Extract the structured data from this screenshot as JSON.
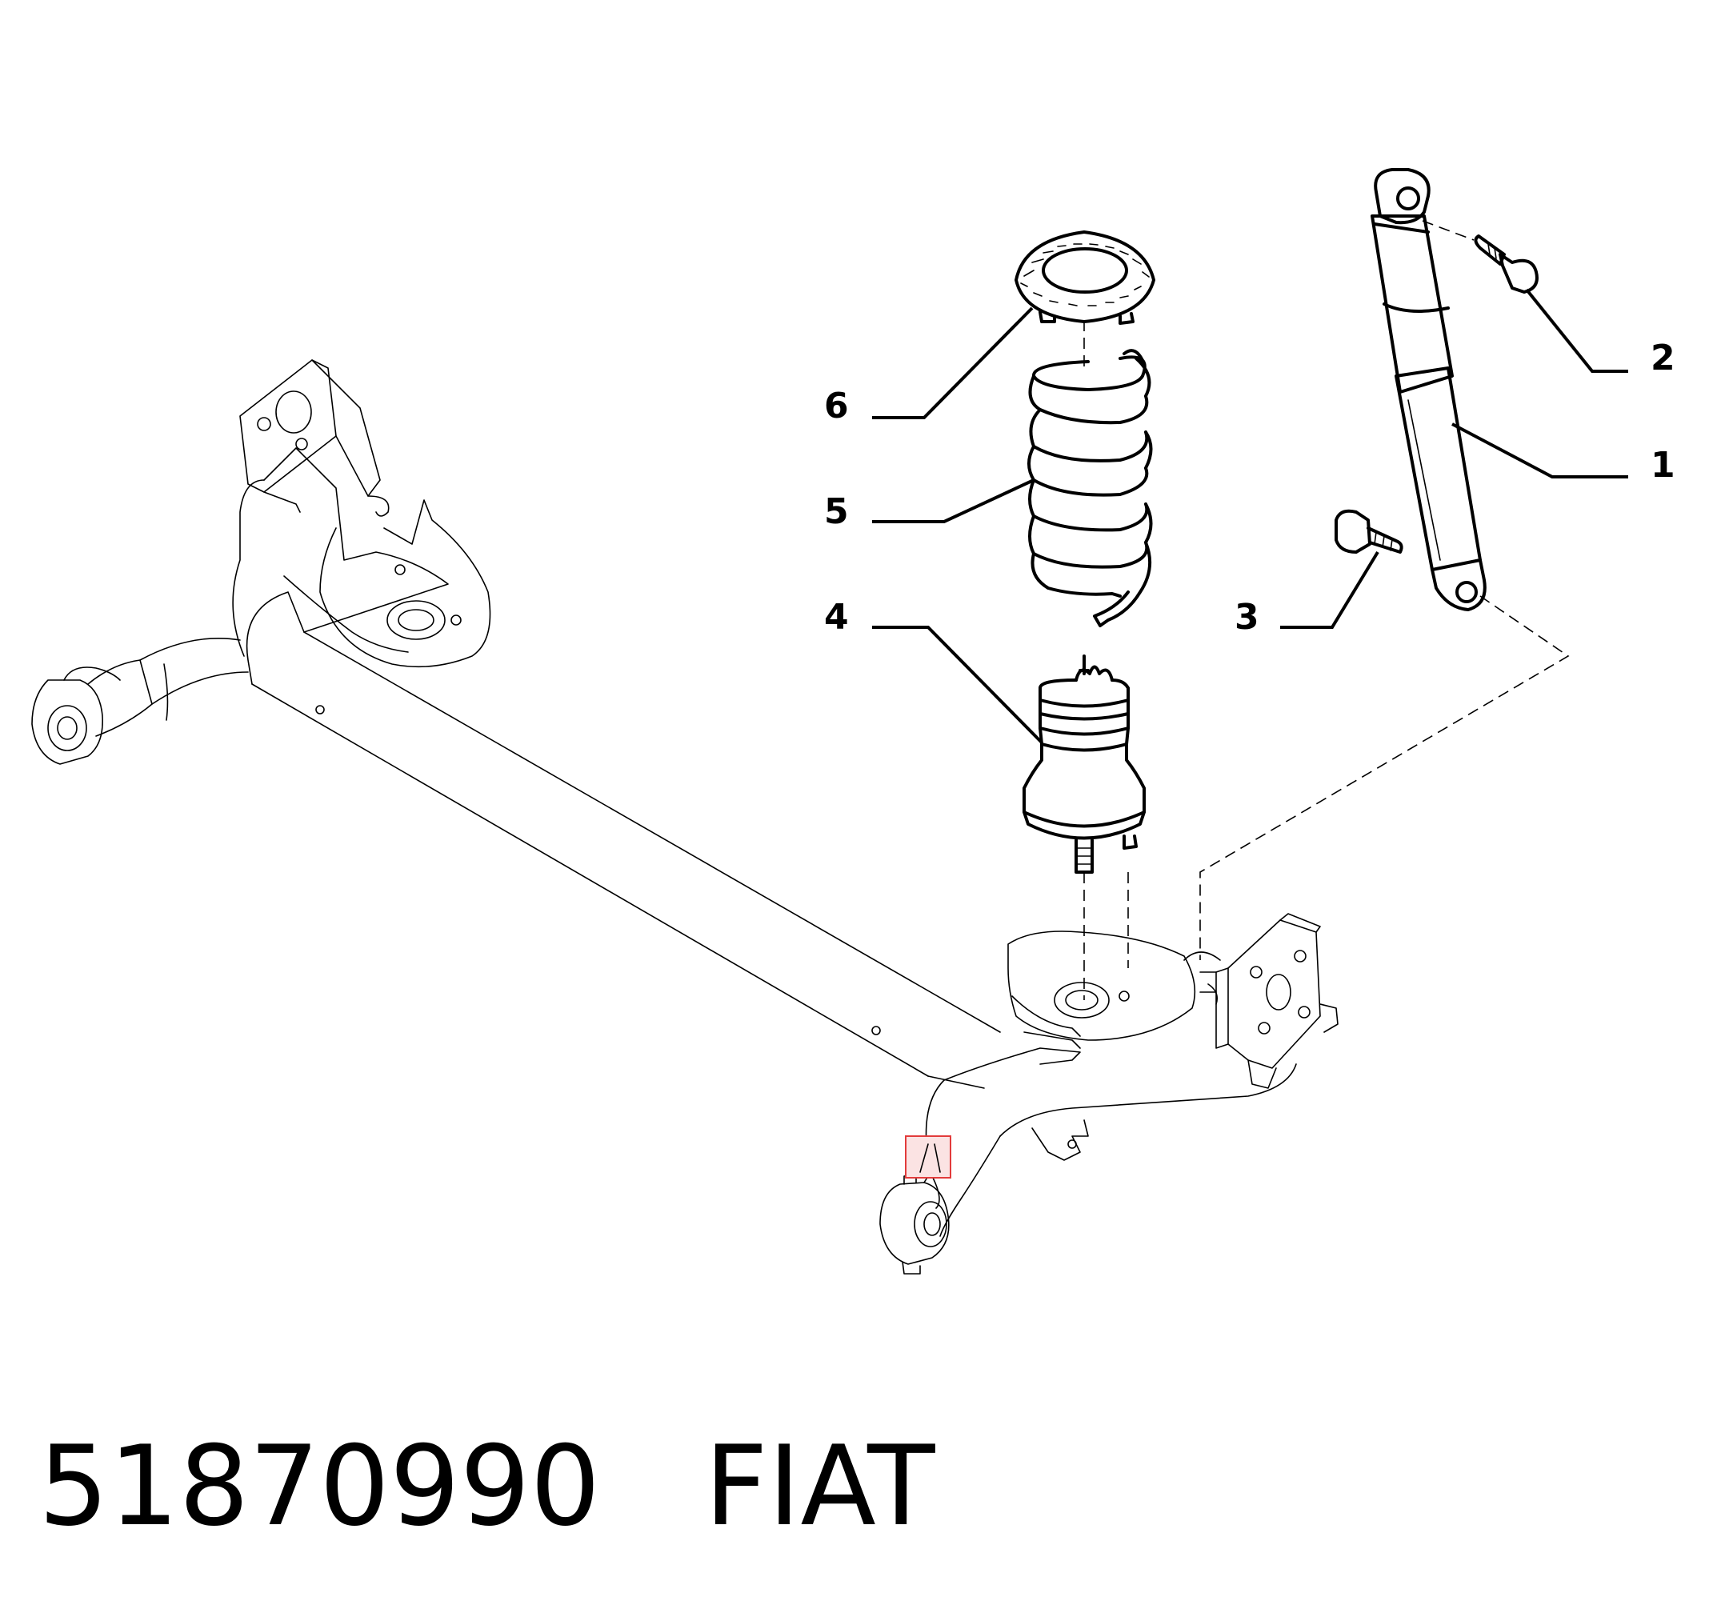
{
  "callouts": [
    {
      "id": "1",
      "label": "1"
    },
    {
      "id": "2",
      "label": "2"
    },
    {
      "id": "3",
      "label": "3"
    },
    {
      "id": "4",
      "label": "4"
    },
    {
      "id": "5",
      "label": "5"
    },
    {
      "id": "6",
      "label": "6"
    }
  ],
  "footer": {
    "part_number": "51870990",
    "brand": "FIAT"
  },
  "colors": {
    "line": "#000000",
    "highlight": "#e23b3b",
    "background": "#ffffff"
  }
}
